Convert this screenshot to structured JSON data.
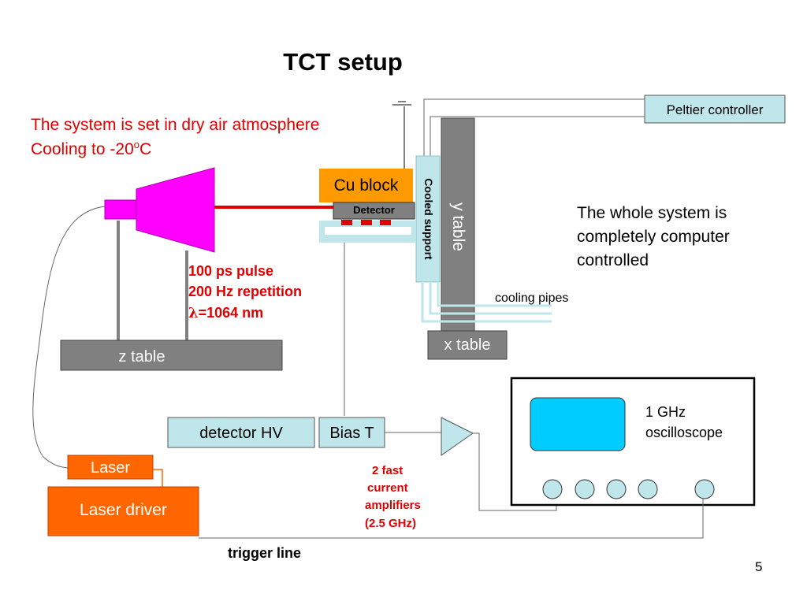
{
  "title": "TCT setup",
  "notes": {
    "atmosphere_line": "The system is set in dry air atmosphere",
    "cooling_prefix": "Cooling to -20",
    "cooling_sup": "o",
    "cooling_suffix": "C",
    "computer_line1": "The whole system is",
    "computer_line2": "completely computer",
    "computer_line3": "controlled"
  },
  "laser_specs": {
    "pulse": "100 ps pulse",
    "repetition": "200 Hz repetition",
    "lambda_symbol": "λ",
    "wavelength": "=1064 nm"
  },
  "components": {
    "peltier_controller": "Peltier controller",
    "cu_block": "Cu block",
    "detector": "Detector",
    "cooled_support": "Cooled support",
    "y_table": "y table",
    "x_table": "x table",
    "z_table": "z table",
    "cooling_pipes": "cooling pipes",
    "detector_hv": "detector HV",
    "bias_t": "Bias T",
    "laser": "Laser",
    "laser_driver": "Laser driver",
    "oscilloscope_line1": "1 GHz",
    "oscilloscope_line2": "oscilloscope",
    "trigger_line": "trigger line"
  },
  "amplifiers": {
    "line1": "2 fast",
    "line2": "current",
    "line3": "amplifiers",
    "line4": "(2.5 GHz)"
  },
  "page_number": "5",
  "colors": {
    "laser_head": "#ff00ff",
    "beam": "#e00000",
    "cu_block": "#ff9900",
    "light_blue": "#bfe6ea",
    "cyan_screen": "#00ccff",
    "gray": "#808080",
    "dark_gray": "#555555",
    "orange_driver": "#ff6600",
    "annotation_red": "#e00000"
  }
}
